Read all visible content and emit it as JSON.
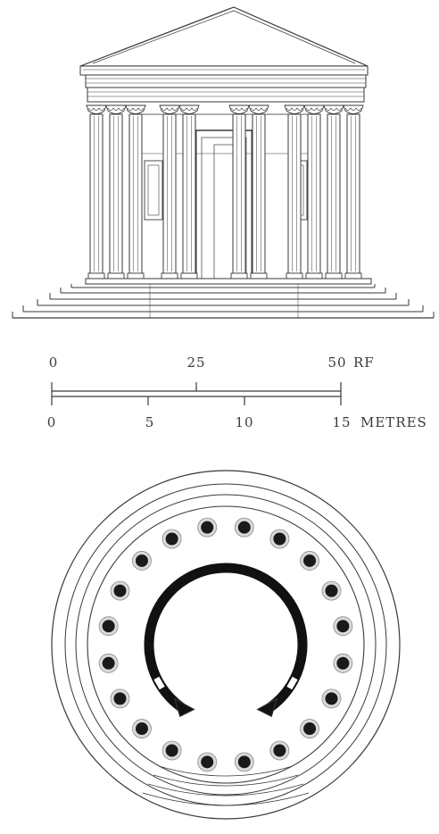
{
  "scale": {
    "feet": {
      "labels": [
        "0",
        "25",
        "50"
      ],
      "unit": "RF"
    },
    "metres": {
      "labels": [
        "0",
        "5",
        "10",
        "15"
      ],
      "unit": "METRES"
    }
  },
  "colors": {
    "ink": "#3a3a3a",
    "background": "#ffffff",
    "column_fill": "#1a1a1a",
    "column_ring": "#d9d9d9"
  }
}
